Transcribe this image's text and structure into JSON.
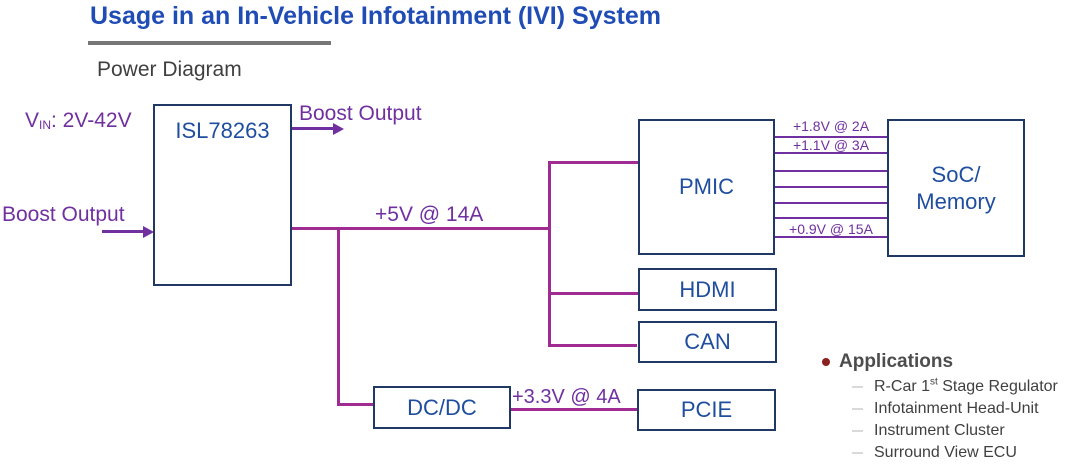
{
  "colors": {
    "title-blue": "#1F4CB5",
    "box-border": "#1F3864",
    "box-text": "#1F4E9F",
    "violet": "#7030A0",
    "magenta": "#A02B93",
    "underline-gray": "#767676",
    "subtitle-gray": "#3F3F3F",
    "apps-heading-gray": "#4D4D4D",
    "apps-text-gray": "#404040",
    "bullet-red": "#8B2020",
    "dash-gray": "#D9D9D9"
  },
  "header": {
    "title": "Usage in an In-Vehicle Infotainment (IVI) System",
    "subtitle": "Power Diagram"
  },
  "diagram": {
    "vin": {
      "base": "V",
      "sub": "IN",
      "rest": ": 2V-42V"
    },
    "boost_output_top": "Boost Output",
    "boost_output_left": "Boost Output",
    "rail_5v": "+5V @ 14A",
    "rail_3v3": "+3.3V @ 4A",
    "pmic_soc_rail_labels": {
      "rail1": "+1.8V @ 2A",
      "rail2": "+1.1V @ 3A",
      "rail7": "+0.9V @ 15A"
    },
    "blocks": {
      "regulator": "ISL78263",
      "pmic": "PMIC",
      "soc_line1": "SoC/",
      "soc_line2": "Memory",
      "hdmi": "HDMI",
      "can": "CAN",
      "dcdc": "DC/DC",
      "pcie": "PCIE"
    }
  },
  "applications": {
    "heading": "Applications",
    "items": [
      {
        "pre": "R-Car 1",
        "sup": "st",
        "post": " Stage Regulator"
      },
      {
        "pre": "Infotainment Head-Unit",
        "sup": "",
        "post": ""
      },
      {
        "pre": "Instrument Cluster",
        "sup": "",
        "post": ""
      },
      {
        "pre": "Surround View ECU",
        "sup": "",
        "post": ""
      }
    ]
  }
}
